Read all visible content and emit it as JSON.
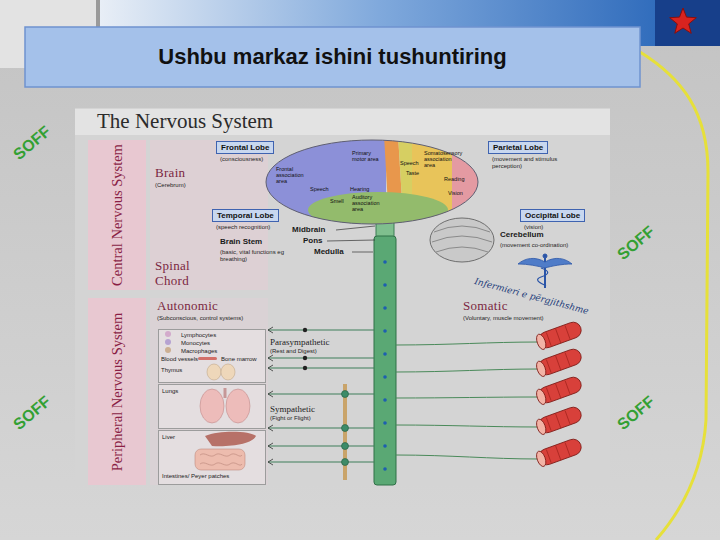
{
  "diagram": {
    "title": "Ushbu markaz ishini tushuntiring",
    "nodes": [
      {
        "text": [
          "Central Nervous System"
        ]
      },
      {
        "text": [
          "Frontal Lobe",
          "(consciousness)"
        ]
      },
      {
        "text": [
          "Parietal Lobe",
          "(movement and stimulus perception)"
        ]
      },
      {
        "text": [
          "Temporal Lobe",
          "(speech recognition)"
        ]
      },
      {
        "text": [
          "Occipital Lobe",
          "(vision)"
        ]
      },
      {
        "text": [
          "Peripheral Nervous System"
        ]
      },
      {
        "text": [
          "Lymphocytes",
          "Monocytes",
          "Macrophages",
          "Blood vessels",
          "Bone marrow",
          "Thymus"
        ]
      },
      {
        "text": [
          "Lungs"
        ]
      },
      {
        "text": [
          "Liver",
          "Intestines/ Peyer patches"
        ]
      }
    ],
    "labels": [
      "The Nervous System",
      "Brain",
      "(Cerebrum)",
      "Spinal Chord",
      "Frontal association area",
      "Primary motor area",
      "Speech",
      "Smell",
      "Hearing",
      "Auditory association area",
      "Speech",
      "Taste",
      "Somatosensory association area",
      "Reading",
      "Vision",
      "Brain Stem",
      "(basic, vital functions eg breathing)",
      "Midbrain",
      "Pons",
      "Medulla",
      "Cerebellum",
      "(movement co-ordination)",
      "Infermieri e përgjithshme",
      "Autonomic",
      "(Subconscious, control systems)",
      "Somatic",
      "(Voluntary, muscle movement)",
      "Parasympathetic",
      "(Rest and Digest)",
      "Sympathetic",
      "(Fight or Flight)",
      "SOFF",
      "SOFF",
      "SOFF",
      "SOFF"
    ]
  }
}
